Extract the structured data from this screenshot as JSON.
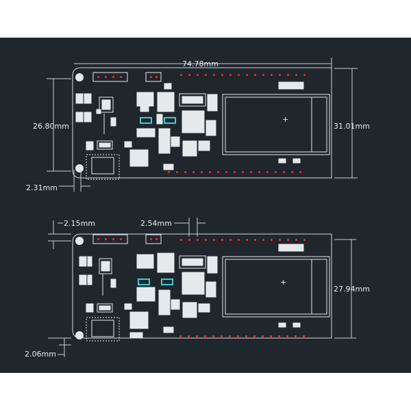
{
  "colors": {
    "frame": "#1f272d",
    "pcb_line": "#d4d9dc",
    "dimension_line": "#c9ced2",
    "text": "#e8ecee",
    "component": "#e6e9eb",
    "pad_red": "#e02525",
    "accent_cyan": "#3fc9d9"
  },
  "top_view": {
    "width_label": "74.78mm",
    "left_height_label": "26.80mm",
    "right_height_label": "31.01mm",
    "hole_offset_label": "2.31mm"
  },
  "bottom_view": {
    "top_offset_label": "2.15mm",
    "pitch_label": "2.54mm",
    "right_height_label": "27.94mm",
    "bottom_offset_label": "2.06mm"
  }
}
